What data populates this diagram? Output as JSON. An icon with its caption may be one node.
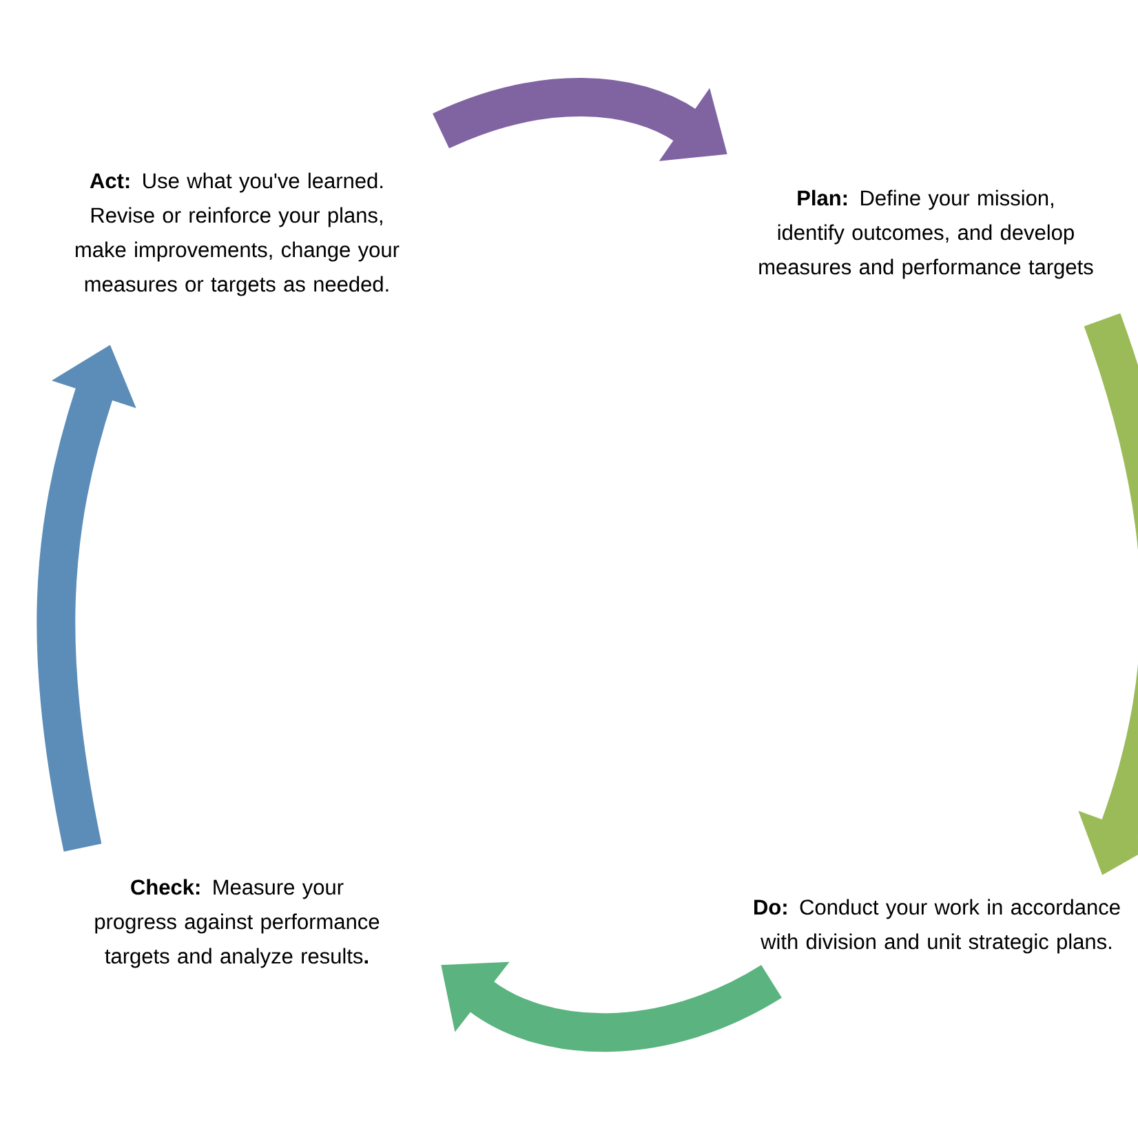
{
  "diagram": {
    "nodes": [
      {
        "text": [
          "**Act:** Use what you've learned. Revise or reinforce your plans, make improvements, change your measures or targets as needed."
        ]
      },
      {
        "text": [
          "**Plan:** Define  your mission, identify outcomes, and develop measures and performance targets"
        ]
      },
      {
        "text": [
          "**Do:** Conduct your work in accordance with division and unit strategic plans."
        ]
      },
      {
        "text": [
          "**Check:** Measure your progress against performance targets and analyze results**.**"
        ]
      }
    ],
    "edges": [
      {
        "from": 0,
        "to": 1,
        "arrow": "to",
        "color": "#8064a2"
      },
      {
        "from": 1,
        "to": 2,
        "arrow": "to",
        "color": "#9bbb59"
      },
      {
        "from": 2,
        "to": 3,
        "arrow": "to",
        "color": "#5bb37f"
      },
      {
        "from": 3,
        "to": 0,
        "arrow": "to",
        "color": "#5b8db8"
      }
    ]
  }
}
